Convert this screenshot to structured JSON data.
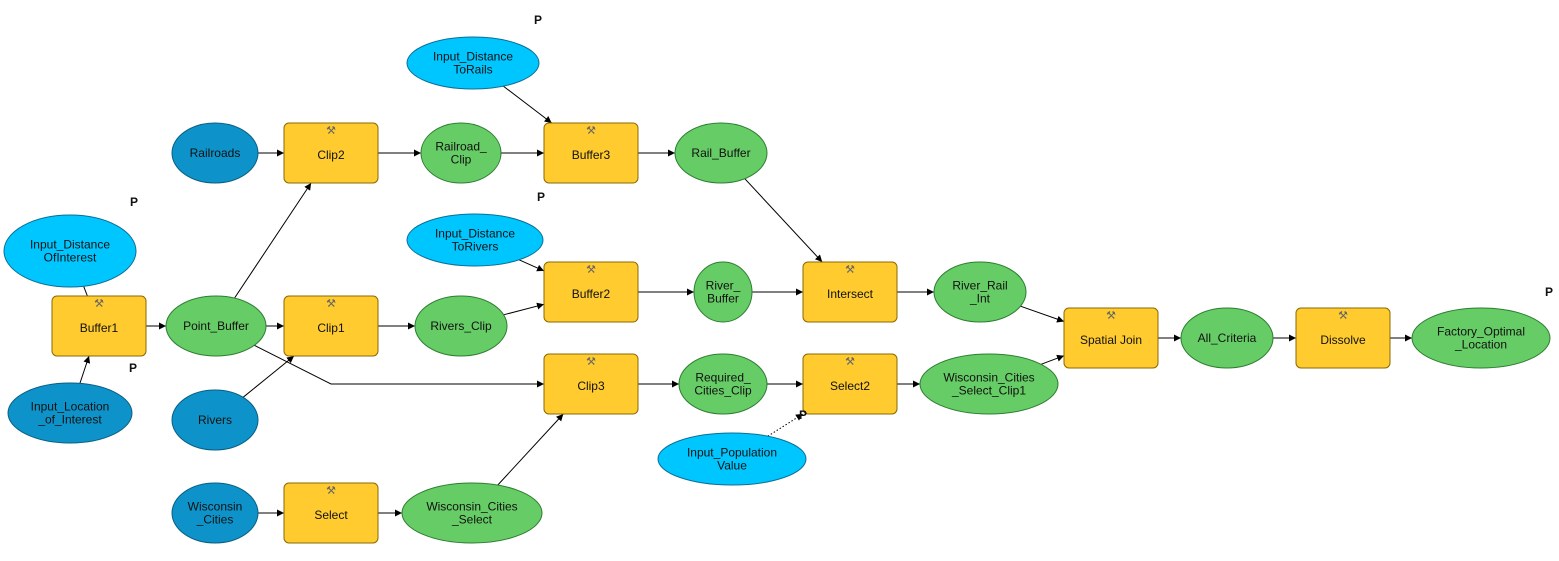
{
  "diagram": {
    "colors": {
      "tool": "#ffcb2f",
      "input_data": "#0d93c9",
      "parameter": "#00c6ff",
      "derived_data": "#66cc66"
    },
    "parameter_mark": "P",
    "tool_icon": "hammer-icon",
    "nodes": [
      {
        "id": "input_distance_torails",
        "kind": "parameter",
        "lines": [
          "Input_Distance",
          "ToRails"
        ],
        "param": true
      },
      {
        "id": "railroads",
        "kind": "input_data",
        "lines": [
          "Railroads"
        ]
      },
      {
        "id": "clip2",
        "kind": "tool",
        "lines": [
          "Clip2"
        ]
      },
      {
        "id": "railroad_clip",
        "kind": "derived_data",
        "lines": [
          "Railroad_",
          "Clip"
        ]
      },
      {
        "id": "buffer3",
        "kind": "tool",
        "lines": [
          "Buffer3"
        ]
      },
      {
        "id": "rail_buffer",
        "kind": "derived_data",
        "lines": [
          "Rail_Buffer"
        ]
      },
      {
        "id": "input_distance_ofinterest",
        "kind": "parameter",
        "lines": [
          "Input_Distance",
          "OfInterest"
        ],
        "param": true
      },
      {
        "id": "input_distance_torivers",
        "kind": "parameter",
        "lines": [
          "Input_Distance",
          "ToRivers"
        ],
        "param": true
      },
      {
        "id": "buffer1",
        "kind": "tool",
        "lines": [
          "Buffer1"
        ]
      },
      {
        "id": "point_buffer",
        "kind": "derived_data",
        "lines": [
          "Point_Buffer"
        ]
      },
      {
        "id": "clip1",
        "kind": "tool",
        "lines": [
          "Clip1"
        ]
      },
      {
        "id": "rivers_clip",
        "kind": "derived_data",
        "lines": [
          "Rivers_Clip"
        ]
      },
      {
        "id": "buffer2",
        "kind": "tool",
        "lines": [
          "Buffer2"
        ]
      },
      {
        "id": "river_buffer",
        "kind": "derived_data",
        "lines": [
          "River_",
          "Buffer"
        ]
      },
      {
        "id": "intersect",
        "kind": "tool",
        "lines": [
          "Intersect"
        ]
      },
      {
        "id": "river_rail_int",
        "kind": "derived_data",
        "lines": [
          "River_Rail",
          "_Int"
        ]
      },
      {
        "id": "spatial_join",
        "kind": "tool",
        "lines": [
          "Spatial Join"
        ]
      },
      {
        "id": "all_criteria",
        "kind": "derived_data",
        "lines": [
          "All_Criteria"
        ]
      },
      {
        "id": "dissolve",
        "kind": "tool",
        "lines": [
          "Dissolve"
        ]
      },
      {
        "id": "factory_optimal_location",
        "kind": "derived_data",
        "lines": [
          "Factory_Optimal",
          "_Location"
        ],
        "param": true
      },
      {
        "id": "input_location_of_interest",
        "kind": "input_data",
        "lines": [
          "Input_Location",
          "_of_Interest"
        ],
        "param": true
      },
      {
        "id": "rivers",
        "kind": "input_data",
        "lines": [
          "Rivers"
        ]
      },
      {
        "id": "clip3",
        "kind": "tool",
        "lines": [
          "Clip3"
        ]
      },
      {
        "id": "required_cities_clip",
        "kind": "derived_data",
        "lines": [
          "Required_",
          "Cities_Clip"
        ]
      },
      {
        "id": "select2",
        "kind": "tool",
        "lines": [
          "Select2"
        ]
      },
      {
        "id": "wisconsin_cities_select_clip1",
        "kind": "derived_data",
        "lines": [
          "Wisconsin_Cities",
          "_Select_Clip1"
        ]
      },
      {
        "id": "input_population_value",
        "kind": "parameter",
        "lines": [
          "Input_Population",
          "Value"
        ],
        "param": true
      },
      {
        "id": "wisconsin_cities",
        "kind": "input_data",
        "lines": [
          "Wisconsin",
          "_Cities"
        ]
      },
      {
        "id": "select",
        "kind": "tool",
        "lines": [
          "Select"
        ]
      },
      {
        "id": "wisconsin_cities_select",
        "kind": "derived_data",
        "lines": [
          "Wisconsin_Cities",
          "_Select"
        ]
      }
    ],
    "edges": [
      {
        "from": "input_distance_torails",
        "to": "buffer3"
      },
      {
        "from": "railroads",
        "to": "clip2"
      },
      {
        "from": "clip2",
        "to": "railroad_clip"
      },
      {
        "from": "railroad_clip",
        "to": "buffer3"
      },
      {
        "from": "buffer3",
        "to": "rail_buffer"
      },
      {
        "from": "rail_buffer",
        "to": "intersect"
      },
      {
        "from": "input_distance_ofinterest",
        "to": "buffer1",
        "arrow": false
      },
      {
        "from": "input_location_of_interest",
        "to": "buffer1"
      },
      {
        "from": "buffer1",
        "to": "point_buffer"
      },
      {
        "from": "point_buffer",
        "to": "clip2"
      },
      {
        "from": "point_buffer",
        "to": "clip1"
      },
      {
        "from": "point_buffer",
        "to": "clip3"
      },
      {
        "from": "rivers",
        "to": "clip1"
      },
      {
        "from": "clip1",
        "to": "rivers_clip"
      },
      {
        "from": "rivers_clip",
        "to": "buffer2"
      },
      {
        "from": "input_distance_torivers",
        "to": "buffer2"
      },
      {
        "from": "buffer2",
        "to": "river_buffer"
      },
      {
        "from": "river_buffer",
        "to": "intersect"
      },
      {
        "from": "intersect",
        "to": "river_rail_int"
      },
      {
        "from": "river_rail_int",
        "to": "spatial_join"
      },
      {
        "from": "wisconsin_cities_select_clip1",
        "to": "spatial_join"
      },
      {
        "from": "spatial_join",
        "to": "all_criteria"
      },
      {
        "from": "all_criteria",
        "to": "dissolve"
      },
      {
        "from": "dissolve",
        "to": "factory_optimal_location"
      },
      {
        "from": "wisconsin_cities",
        "to": "select"
      },
      {
        "from": "select",
        "to": "wisconsin_cities_select"
      },
      {
        "from": "wisconsin_cities_select",
        "to": "clip3"
      },
      {
        "from": "clip3",
        "to": "required_cities_clip"
      },
      {
        "from": "required_cities_clip",
        "to": "select2"
      },
      {
        "from": "input_population_value",
        "to": "select2",
        "dotted": true
      },
      {
        "from": "select2",
        "to": "wisconsin_cities_select_clip1"
      }
    ]
  }
}
